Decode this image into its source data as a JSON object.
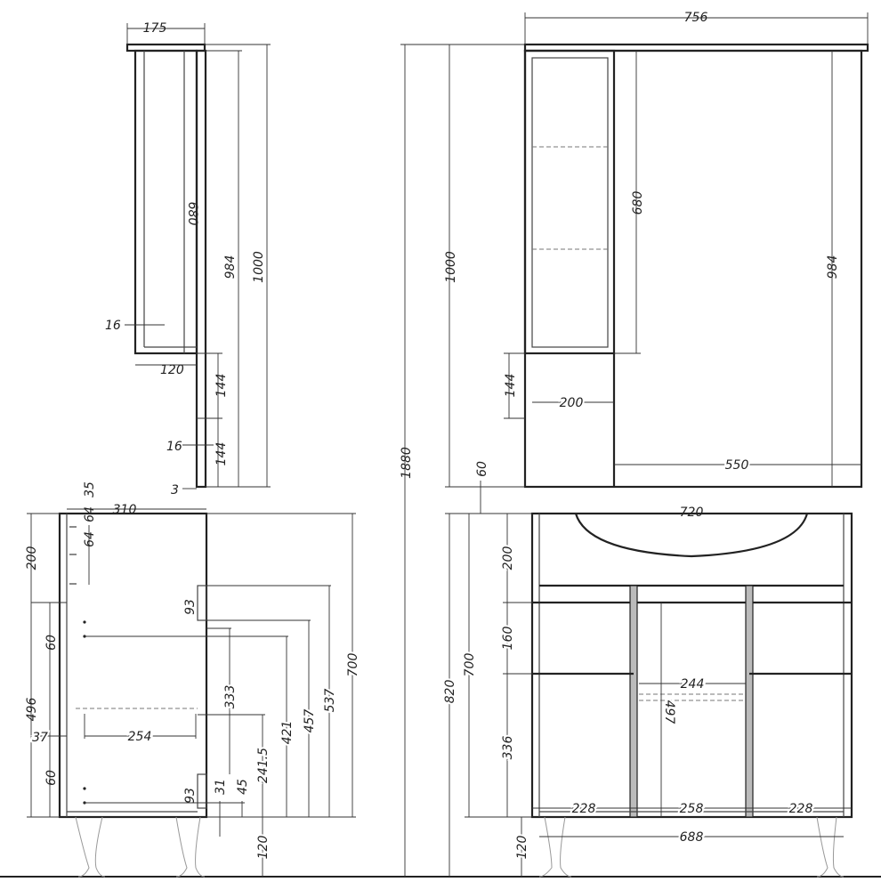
{
  "mirror_side": {
    "width": "175",
    "inner_height": "680",
    "height_984": "984",
    "height_1000": "1000",
    "thickness": "16",
    "depth_120": "120",
    "shelf_144_a": "144",
    "shelf_16": "16",
    "shelf_144_b": "144",
    "gap_3": "3"
  },
  "mirror_front": {
    "width": "756",
    "inner_height": "680",
    "height_984": "984",
    "height_1000": "1000",
    "total_1880": "1880",
    "shelf_144": "144",
    "shelf_200": "200",
    "width_550": "550",
    "gap_60": "60"
  },
  "vanity_side": {
    "depth": "310",
    "top_35": "35",
    "hole_64_a": "64",
    "hole_64_b": "64",
    "h_200": "200",
    "h_496": "496",
    "h_60_a": "60",
    "h_37": "37",
    "h_60_b": "60",
    "depth_254": "254",
    "hinge_93_a": "93",
    "hinge_93_b": "93",
    "h_333": "333",
    "h_421": "421",
    "h_457": "457",
    "h_537": "537",
    "h_700": "700",
    "h_241_5": "241.5",
    "h_31": "31",
    "h_45": "45",
    "leg_120": "120"
  },
  "vanity_front": {
    "width_720": "720",
    "h_200": "200",
    "h_160": "160",
    "h_336": "336",
    "h_700": "700",
    "h_820": "820",
    "leg_120": "120",
    "w_228_a": "228",
    "w_258": "258",
    "w_228_b": "228",
    "w_688": "688",
    "w_244": "244",
    "h_497": "497"
  }
}
